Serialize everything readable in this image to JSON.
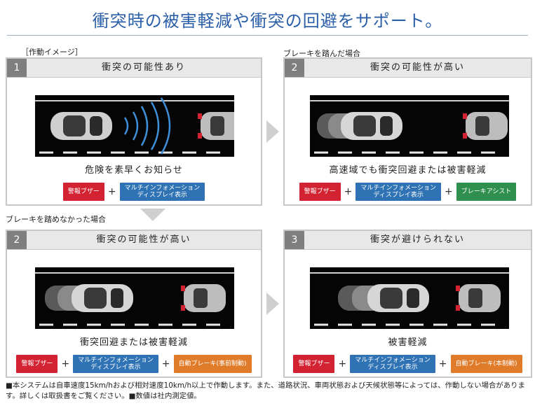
{
  "title": "衝突時の被害軽減や衝突の回避をサポート。",
  "captions": {
    "operation_image": "［作動イメージ］",
    "brake_pressed": "ブレーキを踏んだ場合",
    "brake_not_pressed": "ブレーキを踏めなかった場合"
  },
  "panels": [
    {
      "number": "1",
      "title": "衝突の可能性あり",
      "scene_caption": "危険を素早くお知らせ",
      "chips": [
        {
          "text": "警報ブザー",
          "color": "red"
        },
        {
          "text": "マルチインフォメーション\nディスプレイ表示",
          "color": "blue"
        }
      ]
    },
    {
      "number": "2",
      "title": "衝突の可能性が高い",
      "scene_caption": "高速域でも衝突回避または被害軽減",
      "chips": [
        {
          "text": "警報ブザー",
          "color": "red"
        },
        {
          "text": "マルチインフォメーション\nディスプレイ表示",
          "color": "blue"
        },
        {
          "text": "ブレーキアシスト",
          "color": "green"
        }
      ]
    },
    {
      "number": "2",
      "title": "衝突の可能性が高い",
      "scene_caption": "衝突回避または被害軽減",
      "chips": [
        {
          "text": "警報ブザー",
          "color": "red"
        },
        {
          "text": "マルチインフォメーション\nディスプレイ表示",
          "color": "blue"
        },
        {
          "text": "自動ブレーキ(事前制動)",
          "color": "orange"
        }
      ]
    },
    {
      "number": "3",
      "title": "衝突が避けられない",
      "scene_caption": "被害軽減",
      "chips": [
        {
          "text": "警報ブザー",
          "color": "red"
        },
        {
          "text": "マルチインフォメーション\nディスプレイ表示",
          "color": "blue"
        },
        {
          "text": "自動ブレーキ(本制動)",
          "color": "orange"
        }
      ]
    }
  ],
  "colors": {
    "title": "#2b5fa8",
    "red": "#d32232",
    "blue": "#2f73b5",
    "green": "#2f8f4f",
    "orange": "#e07b2a",
    "radar": "#3d8fd9"
  },
  "footnote": "■本システムは自車速度15km/hおよび相対速度10km/h以上で作動します。また、道路状況、車両状態および天候状態等によっては、作動しない場合があります。詳しくは取扱書をご覧ください。■数値は社内測定値。"
}
